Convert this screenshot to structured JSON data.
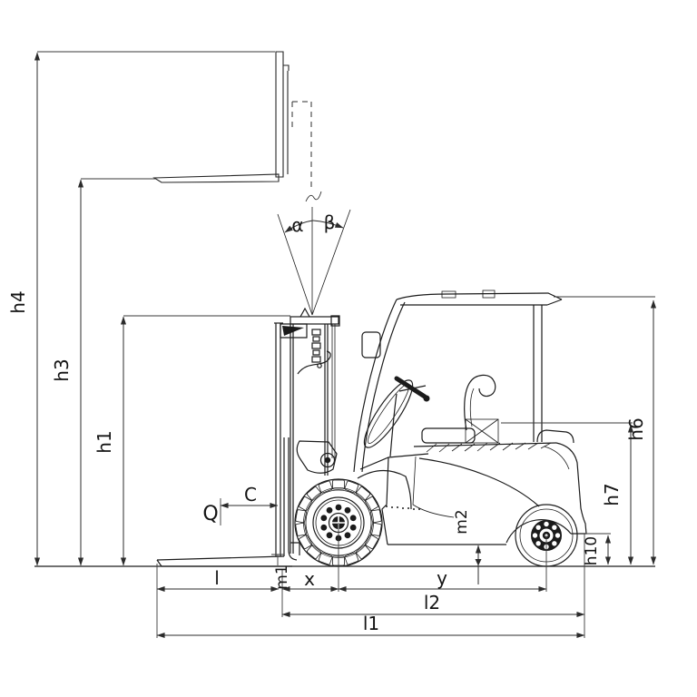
{
  "diagram": {
    "type": "forklift-side-view-dimension-drawing",
    "colors": {
      "background": "#ffffff",
      "line": "#1c1c1c",
      "dimension_line": "#2b2b2b",
      "text": "#141414"
    },
    "labels": {
      "h1": "h1",
      "h3": "h3",
      "h4": "h4",
      "h6": "h6",
      "h7": "h7",
      "h10": "h10",
      "m1": "m1",
      "m2": "m2",
      "l": "l",
      "l1": "l1",
      "l2": "l2",
      "x": "x",
      "y": "y",
      "load": "Q",
      "load_center": "C",
      "alpha": "α",
      "beta": "β"
    }
  }
}
